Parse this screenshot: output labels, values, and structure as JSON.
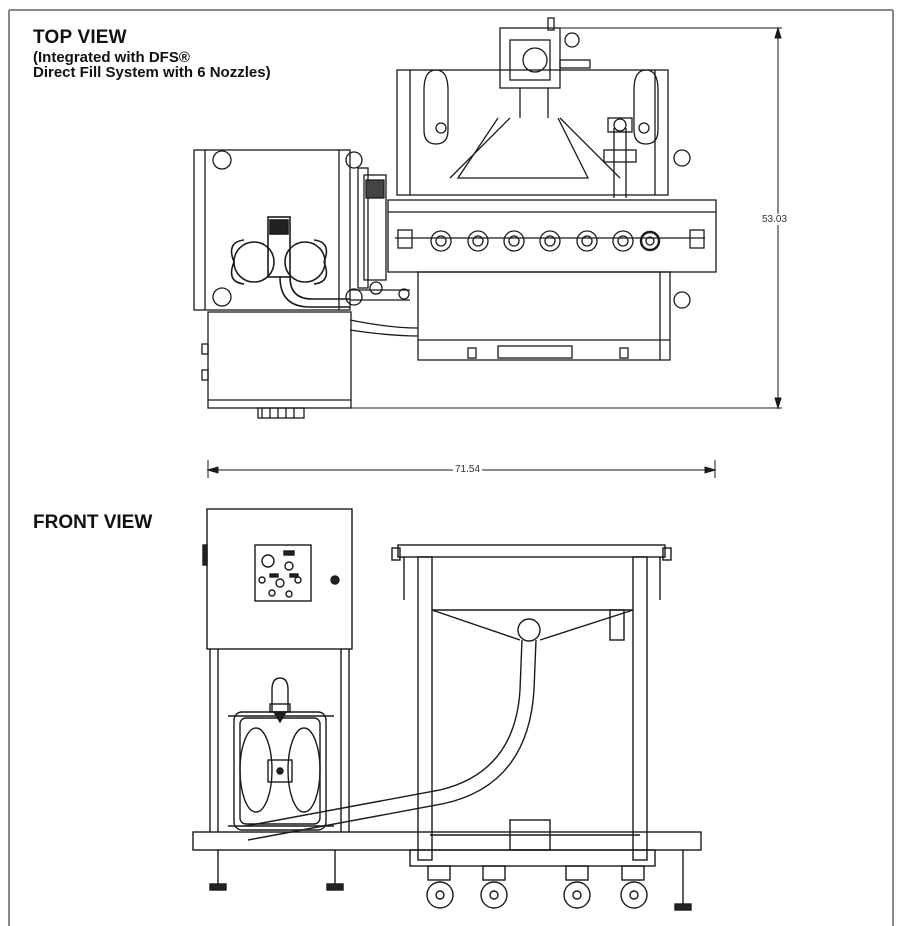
{
  "top_view": {
    "title": "TOP VIEW",
    "subtitle_line1": "(Integrated with DFS®",
    "subtitle_line2": "Direct Fill System with 6 Nozzles)"
  },
  "front_view": {
    "title": "FRONT VIEW"
  },
  "dimensions": {
    "height": "53.03",
    "width": "71.54"
  },
  "colors": {
    "line": "#1a1a1a",
    "frame": "#888888",
    "background": "#ffffff"
  }
}
